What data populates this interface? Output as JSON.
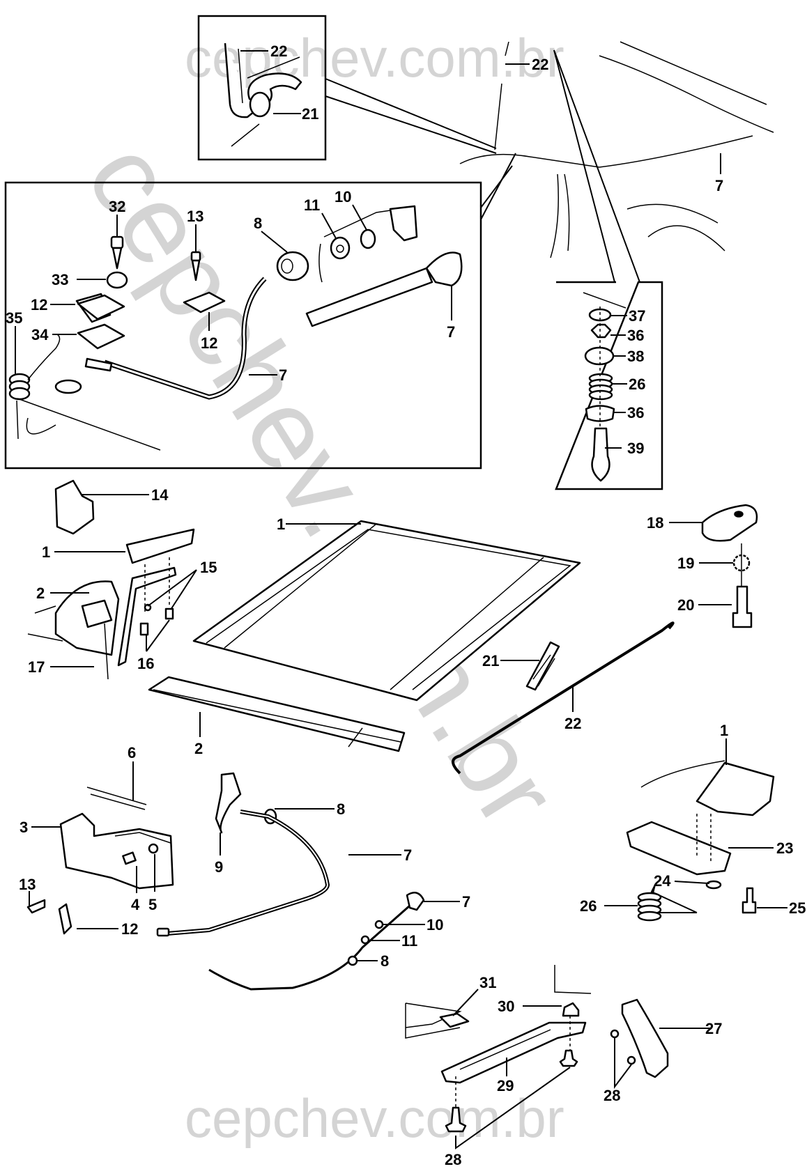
{
  "diagram": {
    "title": "Hood, hood latch and release cable — exploded parts view",
    "watermark": {
      "top": "cepchev.com.br",
      "diagonal": "cepchev.com.br",
      "bottom": "cepchev.com.br"
    },
    "colors": {
      "line": "#000000",
      "watermark": "#d4d4d4",
      "background": "#ffffff"
    },
    "insets": [
      {
        "id": "detail-rod-clip",
        "callouts": [
          "22",
          "21"
        ]
      },
      {
        "id": "detail-latch-release",
        "callouts": [
          "32",
          "13",
          "8",
          "11",
          "10",
          "33",
          "12",
          "12",
          "7",
          "35",
          "34",
          "7"
        ]
      },
      {
        "id": "detail-bumper-stack",
        "callouts": [
          "37",
          "36",
          "38",
          "26",
          "36",
          "39"
        ]
      }
    ],
    "callouts": {
      "c22_inset": "22",
      "c21_inset": "21",
      "c22_top": "22",
      "c7_top": "7",
      "c32": "32",
      "c13_inset": "13",
      "c8_inset": "8",
      "c11_inset": "11",
      "c10_inset": "10",
      "c33": "33",
      "c12_inset_a": "12",
      "c12_inset_b": "12",
      "c7_inset_a": "7",
      "c35": "35",
      "c34": "34",
      "c7_inset_b": "7",
      "c37": "37",
      "c36_a": "36",
      "c38": "38",
      "c26_inset": "26",
      "c36_b": "36",
      "c39": "39",
      "c14": "14",
      "c1_left": "1",
      "c15": "15",
      "c2_left": "2",
      "c16": "16",
      "c17": "17",
      "c1_hood": "1",
      "c2_seal": "2",
      "c18": "18",
      "c19": "19",
      "c20": "20",
      "c21": "21",
      "c22": "22",
      "c6": "6",
      "c3": "3",
      "c4": "4",
      "c5": "5",
      "c13": "13",
      "c12": "12",
      "c9": "9",
      "c8_a": "8",
      "c7_a": "7",
      "c7_b": "7",
      "c10": "10",
      "c11": "11",
      "c8_b": "8",
      "c1_right": "1",
      "c23": "23",
      "c24": "24",
      "c25": "25",
      "c26": "26",
      "c31": "31",
      "c30": "30",
      "c27": "27",
      "c28_right": "28",
      "c29": "29",
      "c28_bottom": "28"
    }
  }
}
